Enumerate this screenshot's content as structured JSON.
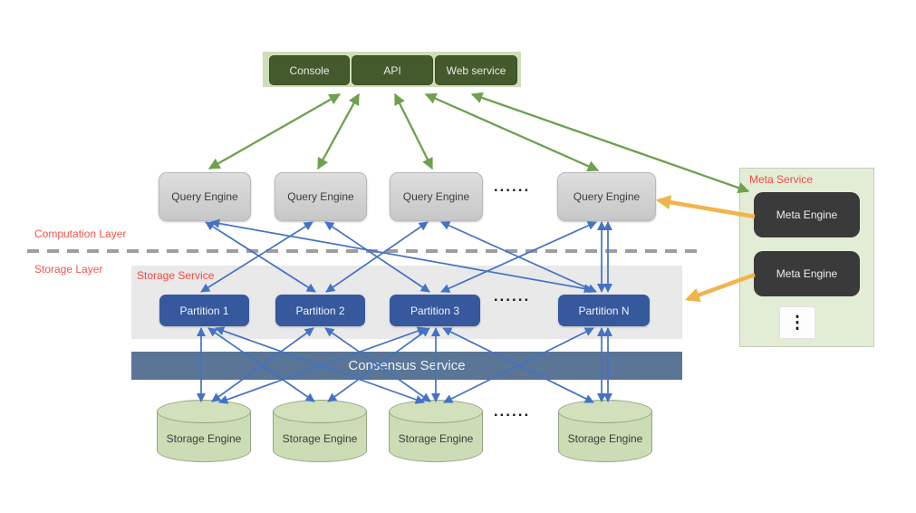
{
  "top_services": [
    "Console",
    "API",
    "Web service"
  ],
  "query_engines": [
    "Query Engine",
    "Query Engine",
    "Query Engine",
    "Query Engine"
  ],
  "query_engines_ellipsis": "......",
  "meta_service": {
    "title": "Meta Service",
    "engines": [
      "Meta Engine",
      "Meta Engine"
    ],
    "ellipsis": "⋮"
  },
  "layers": {
    "computation": "Computation Layer",
    "storage": "Storage Layer"
  },
  "storage_service": {
    "title": "Storage Service",
    "partitions": [
      "Partition 1",
      "Partition 2",
      "Partition 3",
      "Partition N"
    ],
    "ellipsis": "......"
  },
  "consensus_service": {
    "label": "Consensus Service"
  },
  "storage_engines": [
    "Storage Engine",
    "Storage Engine",
    "Storage Engine",
    "Storage Engine"
  ],
  "storage_engines_ellipsis": "......",
  "colors": {
    "client_band_green": "#cfdeba",
    "client_box_green": "#44592c",
    "query_engine_gray": "#d3d3d3",
    "meta_panel_green": "#e3edd6",
    "meta_engine_dark": "#3a3a3a",
    "partition_blue": "#35599c",
    "storage_panel_gray": "#e9e9e9",
    "consensus_blue": "#5a7595",
    "storage_engine_green": "#ccdcb4",
    "arrow_green": "#6fa04d",
    "arrow_blue": "#4472c4",
    "arrow_orange": "#f1b44c",
    "layer_label_red": "#f2554c",
    "divider_gray": "#9e9e9e"
  }
}
